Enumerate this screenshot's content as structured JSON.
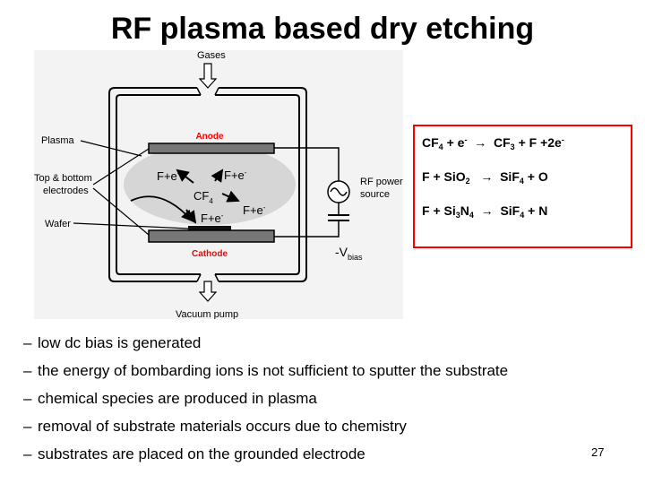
{
  "title": "RF plasma based dry etching",
  "diagram": {
    "gases": "Gases",
    "anode": "Anode",
    "cathode": "Cathode",
    "plasma": "Plasma",
    "electrodes_line1": "Top & bottom",
    "electrodes_line2": "electrodes",
    "wafer": "Wafer",
    "rf_line1": "RF power",
    "rf_line2": "source",
    "vbias_main": "-V",
    "vbias_sub": "bias",
    "vacuum": "Vacuum pump",
    "species": {
      "fe1": "F+e",
      "fe2": "F+e",
      "fe3": "F+e",
      "fe4": "F+e",
      "minus": "-",
      "cf": "CF",
      "cf_sub": "4"
    },
    "colors": {
      "electrode_label": "#ff0000",
      "plasma_fill": "#d9d9d9"
    }
  },
  "reactions": {
    "r1": {
      "a": "CF",
      "a_sub": "4",
      "b": " + e",
      "b_sup": "-",
      "arrow": "→",
      "c": "CF",
      "c_sub": "3",
      "d": " + F +2e",
      "d_sup": "-"
    },
    "r2": {
      "a": "F + SiO",
      "a_sub": "2",
      "arrow": "→",
      "c": "SiF",
      "c_sub": "4",
      "d": " + O"
    },
    "r3": {
      "a": "F + Si",
      "a_sub": "3",
      "a2": "N",
      "a2_sub": "4",
      "arrow": "→",
      "c": "SiF",
      "c_sub": "4",
      "d": " + N"
    },
    "border_color": "#ff0000"
  },
  "bullets": [
    {
      "dash": "–",
      "text": "low dc bias is generated"
    },
    {
      "dash": "–",
      "text": "the energy of bombarding ions is not sufficient to sputter the substrate"
    },
    {
      "dash": "–",
      "text": "chemical species are produced in plasma"
    },
    {
      "dash": "–",
      "text": "removal of substrate materials occurs due to chemistry"
    },
    {
      "dash": "–",
      "text": "substrates are placed on the grounded electrode"
    }
  ],
  "page_number": "27"
}
